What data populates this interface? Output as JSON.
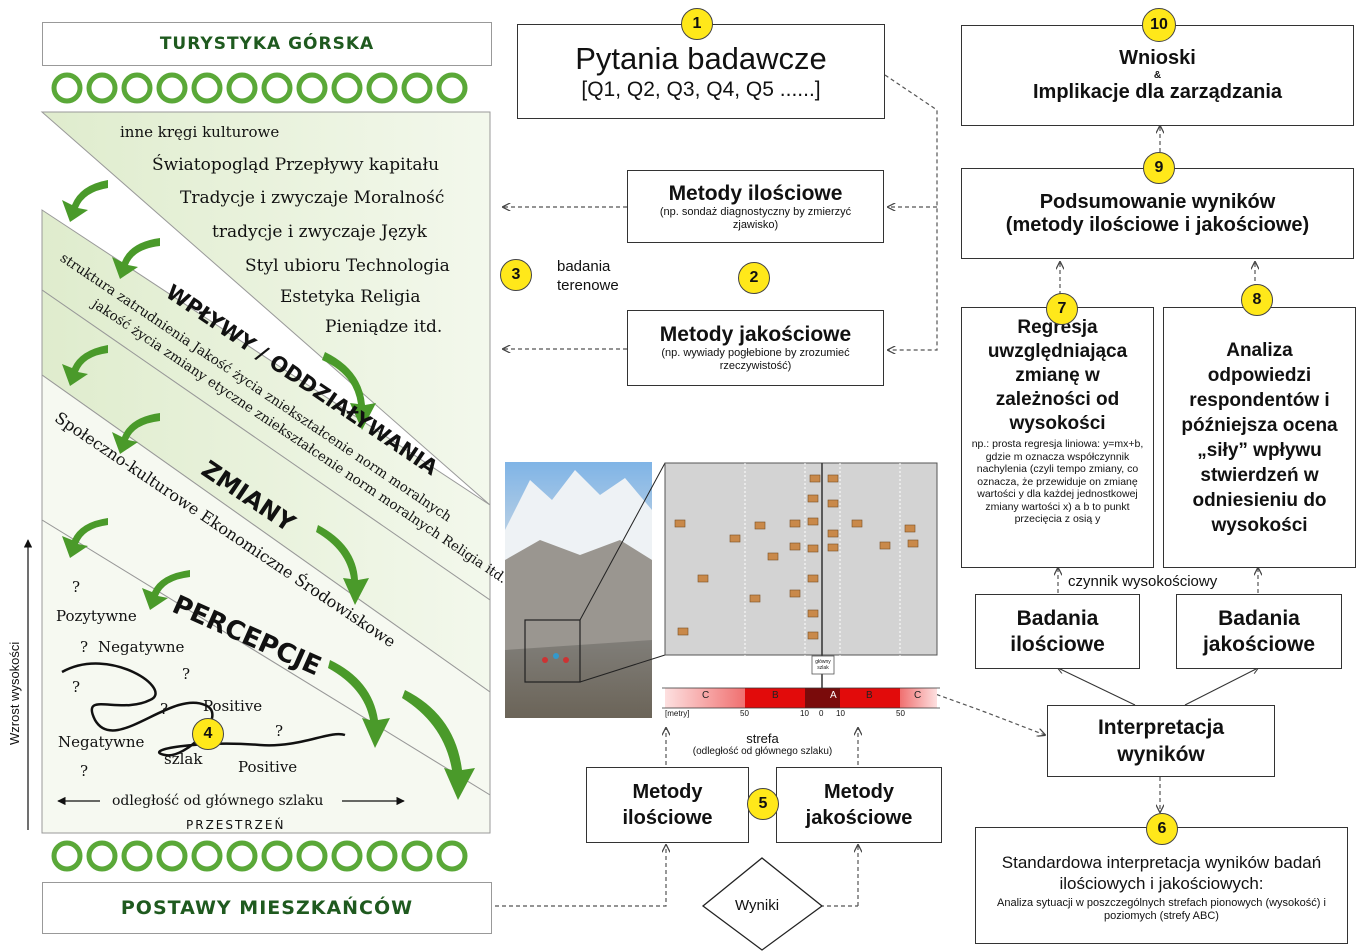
{
  "left": {
    "top_banner": "TURYSTYKA GÓRSKA",
    "bottom_banner": "POSTAWY MIESZKAŃCÓW",
    "influence_items": [
      "inne kręgi kulturowe",
      "Światopogląd  Przepływy kapitału",
      "Tradycje i zwyczaje  Moralność",
      "tradycje i zwyczaje  Język",
      "Styl ubioru  Technologia",
      "Estetyka  Religia",
      "Pieniądze itd."
    ],
    "band1": "WPŁYWY / ODDZIAŁYWANIA",
    "band1_sub1": "struktura zatrudnienia  Jakość życia  zniekształcenie norm moralnych",
    "band1_sub2": "jakość życia  zmiany etyczne  zniekształcenie norm moralnych  Religia itd.",
    "band2": "ZMIANY",
    "band2_sub": "Społeczno-kulturowe  Ekonomiczne  Środowiskowe",
    "band3": "PERCEPCJE",
    "axis_y": "Wzrost wysokości",
    "axis_x": "odległość od głównego szlaku",
    "space": "PRZESTRZEŃ",
    "perc_labels": {
      "pos1": "Pozytywne",
      "neg1": "Negatywne",
      "pos2": "Positive",
      "neg2": "Negatywne",
      "trail": "szlak",
      "pos3": "Positive",
      "q": "?"
    }
  },
  "numbers": [
    "1",
    "2",
    "3",
    "4",
    "5",
    "6",
    "7",
    "8",
    "9",
    "10"
  ],
  "q1": {
    "title": "Pytania badawcze",
    "sub": "[Q1, Q2, Q3, Q4, Q5 ......]"
  },
  "quant": {
    "title": "Metody ilościowe",
    "sub": "(np. sondaż diagnostyczny by zmierzyć zjawisko)"
  },
  "qual": {
    "title": "Metody jakościowe",
    "sub": "(np. wywiady pogłebione by zrozumieć rzeczywistość)"
  },
  "field": {
    "line1": "badania",
    "line2": "terenowe"
  },
  "map": {
    "strefa": "strefa",
    "strefa_sub": "(odległość od głównego szlaku)",
    "zone_c": "C",
    "zone_b": "B",
    "zone_a": "A",
    "ticks": [
      "[metry]",
      "50",
      "10",
      "0",
      "10",
      "50"
    ],
    "trail_label": "główny szlak"
  },
  "m5": {
    "quant": "Metody ilościowe",
    "qual": "Metody jakościowe"
  },
  "results": "Wyniki",
  "w10": {
    "title": "Wnioski",
    "amp": "&",
    "sub": "Implikacje dla zarządzania"
  },
  "s9": {
    "line1": "Podsumowanie wyników",
    "line2": "(metody ilościowe i jakościowe)"
  },
  "r7": {
    "title": "Regresja uwzględniająca zmianę w zależności od wysokości",
    "desc": "np.: prosta regresja liniowa: y=mx+b, gdzie m oznacza współczynnik nachylenia (czyli tempo zmiany, co oznacza, że przewiduje on zmianę wartości y dla każdej jednostkowej zmiany wartości x) a b to punkt przecięcia z osią y"
  },
  "a8": {
    "title": "Analiza odpowiedzi respondentów i późniejsza ocena „siły” wpływu stwierdzeń w odniesieniu do wysokości"
  },
  "factor": "czynnik wysokościowy",
  "bq": "Badania ilościowe",
  "bj": "Badania jakościowe",
  "interp": "Interpretacja wyników",
  "std": {
    "title": "Standardowa interpretacja wyników badań ilościowych i jakościowych:",
    "sub": "Analiza sytuacji w poszczególnych strefach pionowych (wysokość) i poziomych (strefy ABC)"
  }
}
